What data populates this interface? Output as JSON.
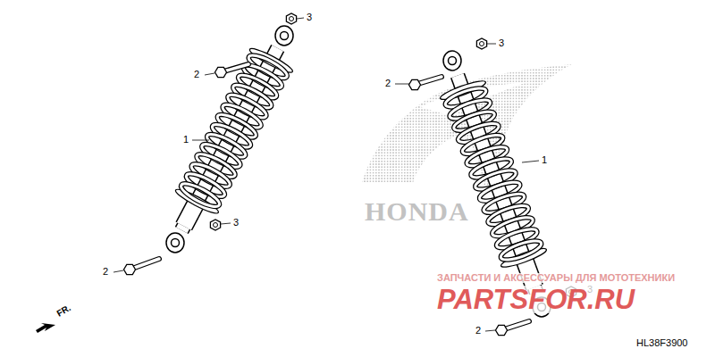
{
  "diagram": {
    "labels": [
      "3",
      "2",
      "1",
      "3",
      "2",
      "3",
      "2",
      "1",
      "3",
      "2",
      "FR.",
      "HONDA",
      "ЗАПЧАСТИ И АКСЕССУАРЫ ДЛЯ МОТОТЕХНИКИ",
      "PARTSFOR.RU",
      "HL38F3900"
    ]
  }
}
